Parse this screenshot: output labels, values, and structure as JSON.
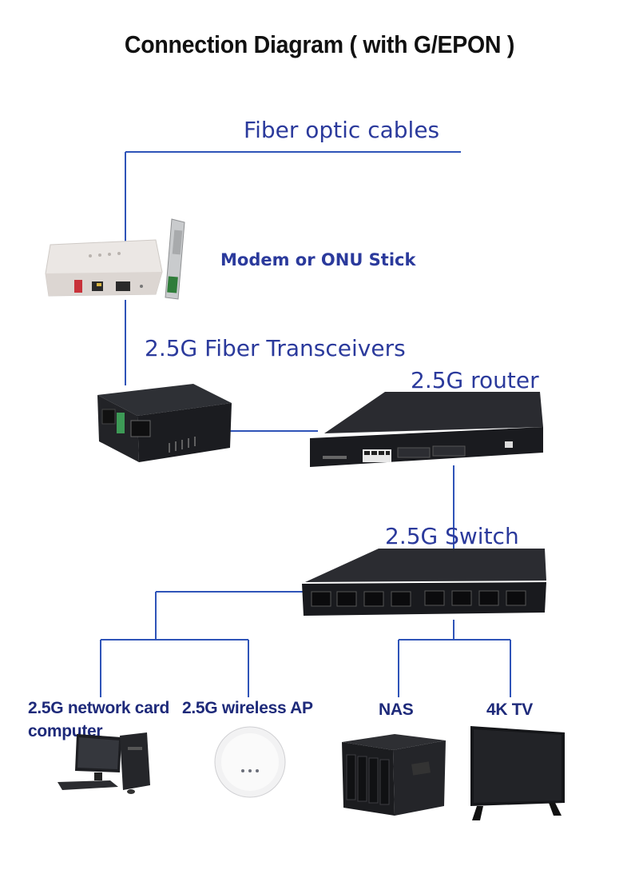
{
  "title": "Connection Diagram ( with G/EPON )",
  "labels": {
    "fiber_cables": "Fiber optic cables",
    "modem": "Modem or ONU Stick",
    "transceivers": "2.5G Fiber Transceivers",
    "router": "2.5G router",
    "switch": "2.5G Switch",
    "nic_line1": "2.5G network card",
    "nic_line2": "computer",
    "wireless_ap": "2.5G wireless AP",
    "nas": "NAS",
    "tv": "4K TV"
  },
  "colors": {
    "wire": "#2f54b8",
    "label_blue": "#2b3a9c",
    "device_dark": "#1c1d21"
  }
}
